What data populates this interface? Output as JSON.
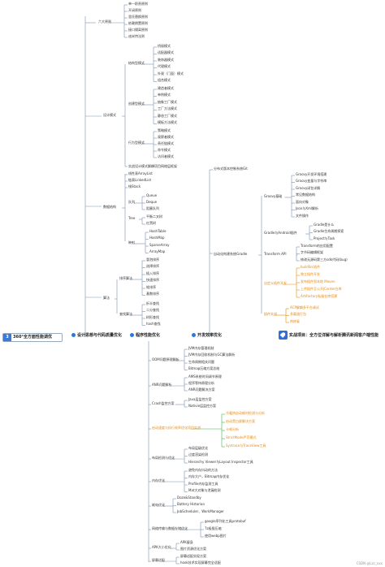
{
  "root": {
    "number": "3",
    "label": "360°全方面性能调优"
  },
  "main_branches": [
    {
      "label": "设计思想与代码质量优化"
    },
    {
      "label": "程序性能优化"
    },
    {
      "label": "开发效率优化"
    },
    {
      "label": "实战项目：全方位详解与解析腾讯新闻客户端性能"
    }
  ],
  "design": {
    "six_principles": {
      "label": "六大原则",
      "items": [
        "单一职责原则",
        "开闭原则",
        "里氏替换原则",
        "依赖倒置原则",
        "接口隔离原则",
        "迪米特法则"
      ]
    },
    "design_patterns": {
      "label": "设计模式",
      "structural": {
        "label": "结构型模式",
        "items": [
          "桥接模式",
          "适配器模式",
          "装饰器模式",
          "代理模式",
          "外观（门面）模式",
          "组合模式"
        ]
      },
      "creational": {
        "label": "创建型模式",
        "items": [
          "建造者模式",
          "单例模式",
          "抽象工厂模式",
          "工厂方法模式",
          "静态工厂模式",
          "模板方法模式"
        ]
      },
      "behavioral": {
        "label": "行为型模式",
        "items": [
          "策略模式",
          "观察者模式",
          "责任链模式",
          "命令模式",
          "访问者模式"
        ]
      },
      "practice": "实战设计模式解耦项目网络层框架"
    },
    "data_structures": {
      "label": "数据结构",
      "lists": [
        "线性表ArrayList",
        "链表LinkedList",
        "栈Stack"
      ],
      "queue": {
        "label": "队列",
        "items": [
          "Queue",
          "Deque",
          "阻塞队列"
        ]
      },
      "tree": {
        "label": "Tree",
        "items": [
          "平衡二叉树",
          "红黑树"
        ]
      },
      "map": {
        "label": "映射",
        "items": [
          "HashTable",
          "HashMap",
          "SparseArray",
          "ArrayMap"
        ]
      }
    },
    "algorithms": {
      "label": "算法",
      "sort": {
        "label": "排序算法",
        "items": [
          "冒泡排序",
          "选择排序",
          "插入排序",
          "快速排序",
          "堆排序",
          "基数排序"
        ]
      },
      "search": {
        "label": "查找算法",
        "items": [
          "折半查找",
          "二分查找",
          "树形查找",
          "hash查找"
        ]
      }
    }
  },
  "dev": {
    "git": "分布式版本控制系统Git",
    "gradle_system": {
      "label": "自动化构建系统Gradle",
      "groovy": {
        "label": "Groovy基础",
        "items": [
          "Groovy开发环境搭建",
          "Groovy变量与字符串",
          "Groovy闭包详解",
          "常见数据结构",
          "面向对象",
          "Json与Xml解析",
          "文件操作"
        ]
      },
      "android": {
        "label": "Gradle与Android插件",
        "items": [
          "Gradle是什么",
          "Gradle生命周期探索",
          "Project与Task"
        ]
      },
      "transform": {
        "label": "Transform API",
        "items": [
          "Transform的应用配置",
          "字节码编辑框架",
          "修改无源码第三方sdk代码(bug)"
        ]
      },
      "plugins": {
        "label": "自定义插件开发",
        "items": [
          "buildSrc插件",
          "独立插件开发",
          "发布插件到本地 Maven",
          "上传插件至公开JCenter仓库",
          "Artifactory私服仓库搭建"
        ]
      },
      "cases": {
        "label": "插件实战",
        "items": [
          "ACP解耦多平台调试",
          "多渠道打包",
          "热修复"
        ]
      }
    }
  },
  "perf": {
    "oom": {
      "label": "OOM问题原理解析",
      "items": [
        "JVM内存管理机制",
        "JVM内存回收机制与GC算法解析",
        "生命周期相关问题",
        "Bitmap压缩方案总结"
      ]
    },
    "anr": {
      "label": "ANR问题解析",
      "items": [
        "AMS系统时间调节原理",
        "程序等待原理分析",
        "ANR问题解决方案"
      ]
    },
    "crash": {
      "label": "Crash监控方案",
      "items": [
        "Java层监控方案",
        "Nativie层监控方案"
      ]
    },
    "startup": {
      "label": "启动速度与执行效率优化项目实战",
      "items": [
        "冷暖热启动耗时检测与分析",
        "启动黑白屏解决方案",
        "卡顿分析",
        "StrictMode严苛模式",
        "Systrace与TraceView工具"
      ]
    },
    "layout": {
      "label": "布局检测与优化",
      "items": [
        "布局层级优化",
        "过度渲染检测",
        "Hierarchy Viewer与Layout Inspector工具"
      ]
    },
    "memory": {
      "label": "内存优化",
      "items": [
        "避免内存抖动的方法",
        "内存大户，Bitmap内存优化",
        "Profile内存监测工具",
        "Mat大对象与泄漏检测"
      ]
    },
    "battery": {
      "label": "耗电优化",
      "items": [
        "Doze&Standby",
        "Battery Historian",
        "JobScheduler、WorkManager"
      ]
    },
    "network": {
      "label": "网络传输与数据存储优化",
      "items": [
        "google序列化工具protobuf",
        "7z极限压缩",
        "使用webp图片"
      ]
    },
    "apk": {
      "label": "APK大小优化",
      "items": [
        "APK瘦身",
        "图片资源优化方案"
      ]
    },
    "screen": {
      "label": "屏幕适配",
      "items": [
        "屏幕适配实现方案",
        "hook技术实现屏幕完全适配"
      ]
    }
  },
  "watermark": "CSDN @Lzc_xxx"
}
